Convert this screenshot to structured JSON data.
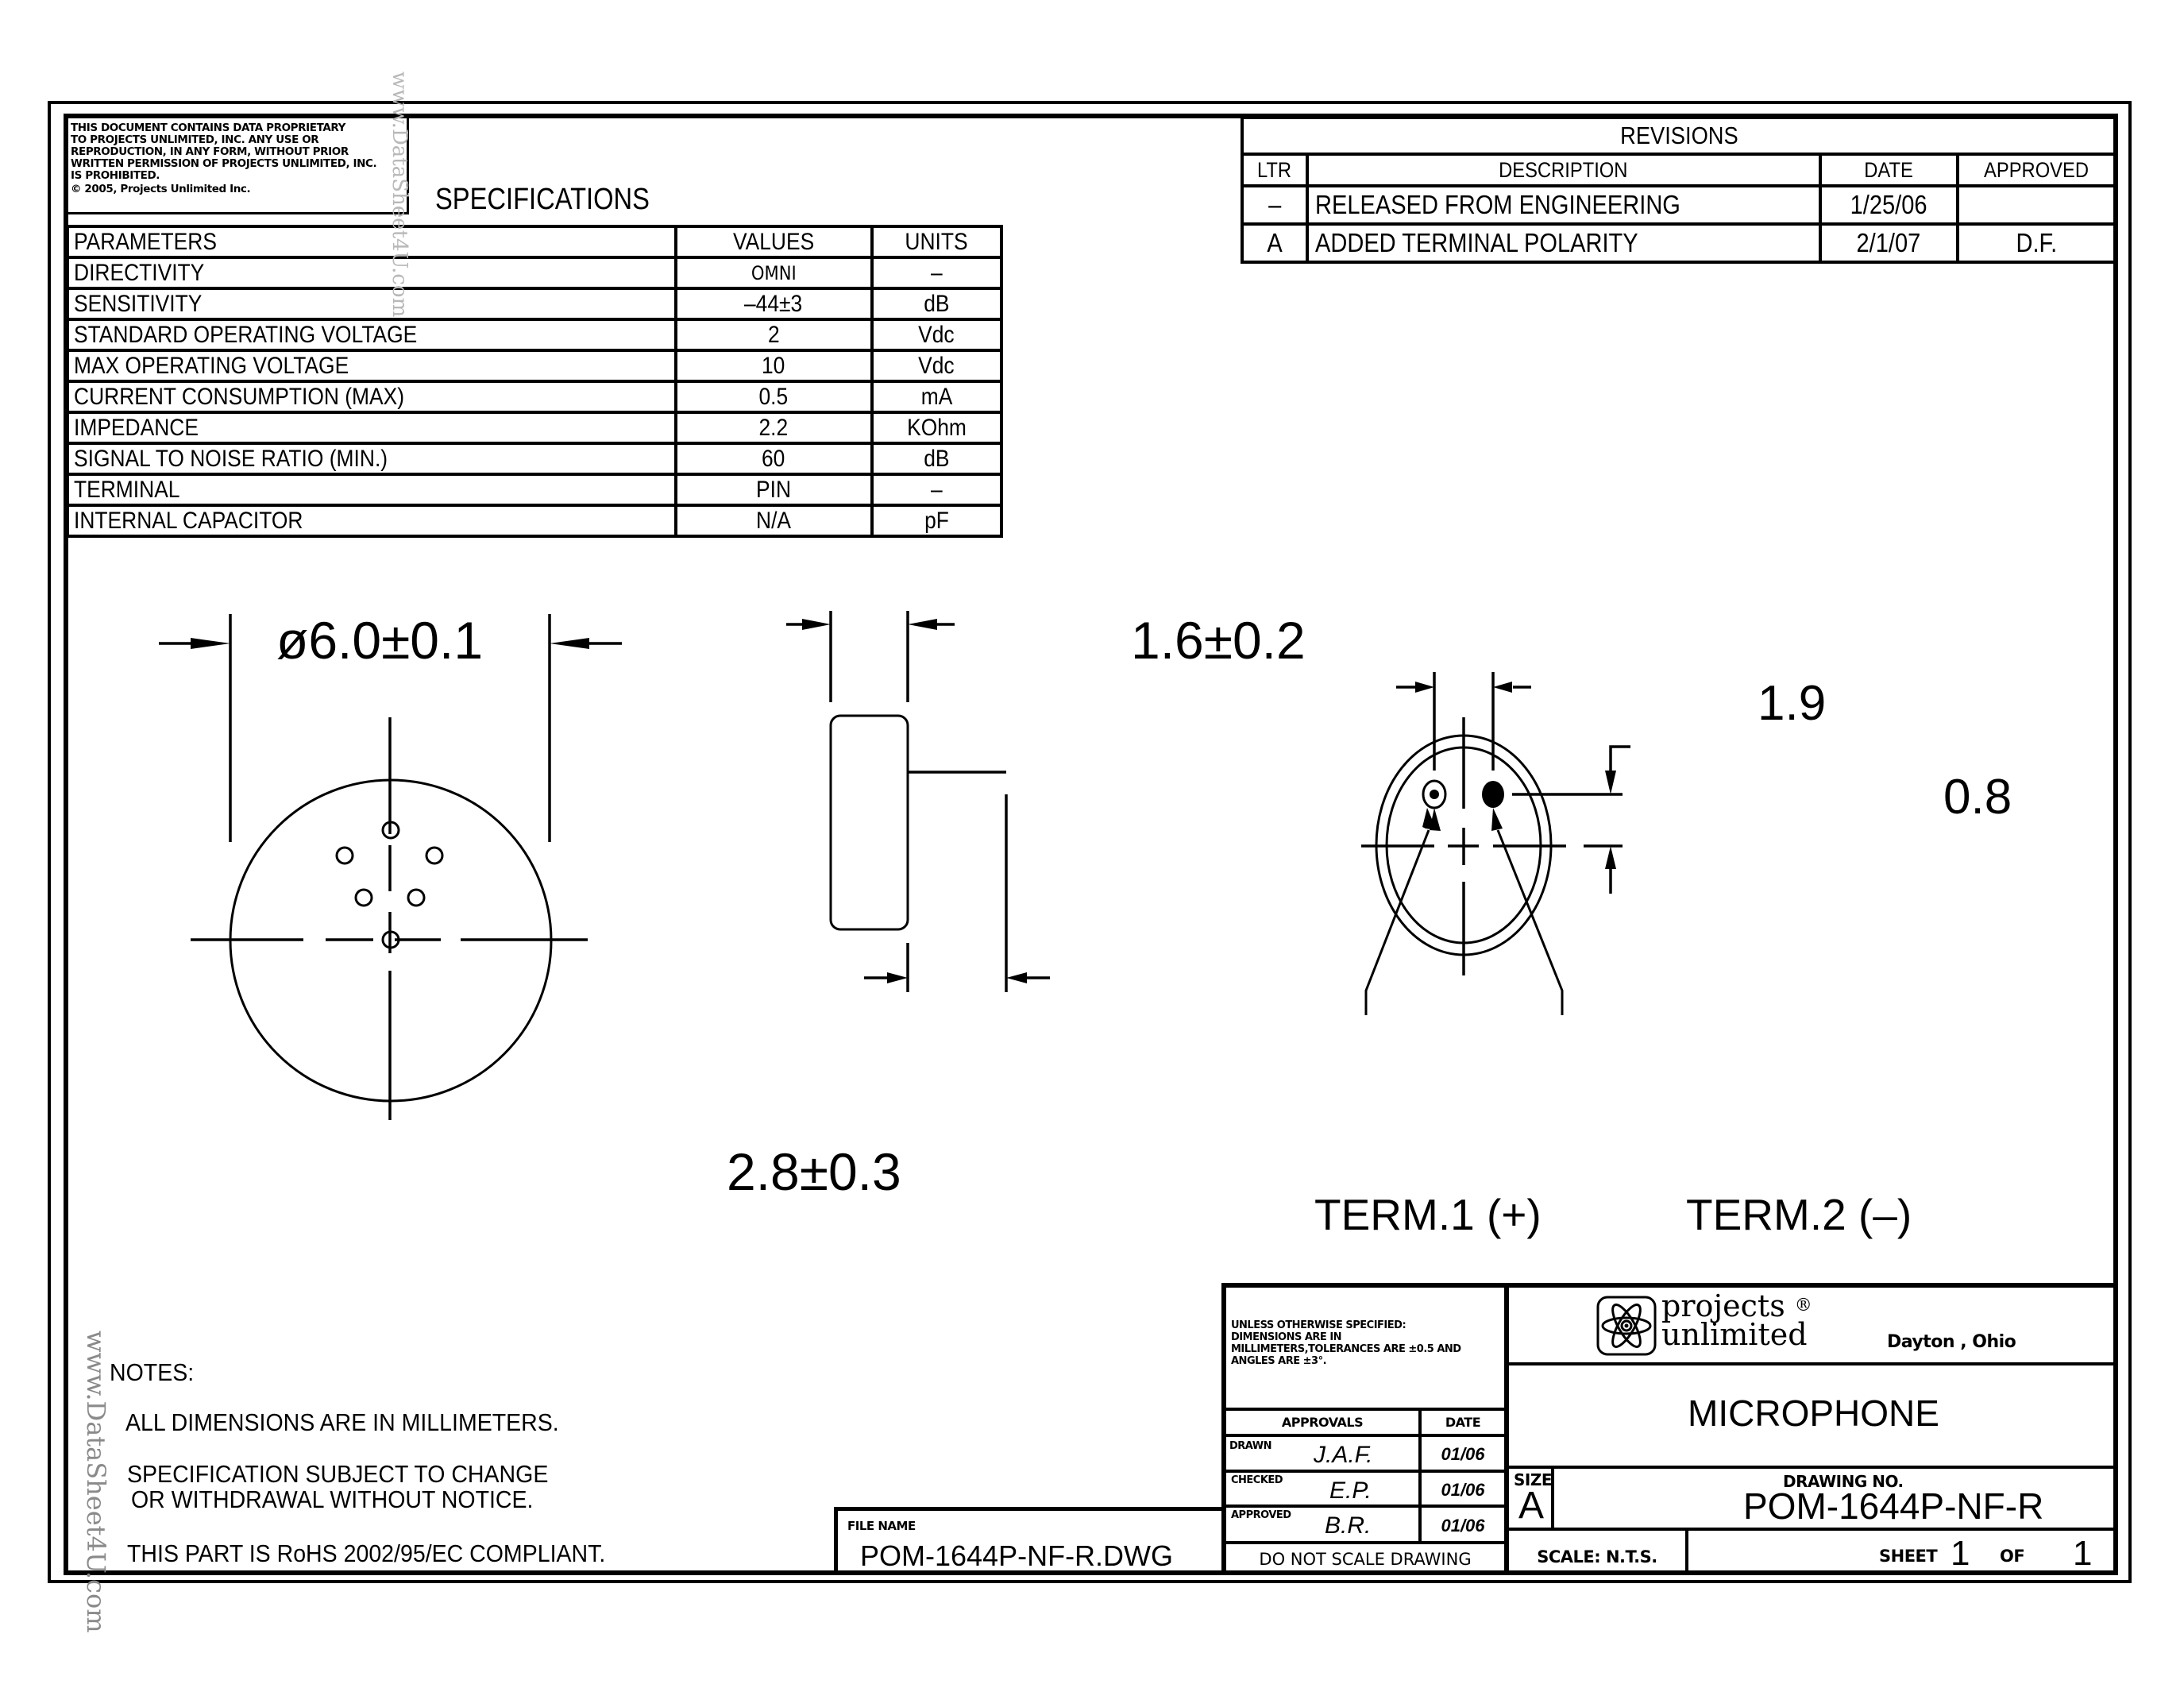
{
  "proprietary_notice": {
    "lines": [
      "THIS DOCUMENT CONTAINS DATA PROPRIETARY",
      "TO PROJECTS UNLIMITED, INC. ANY USE OR",
      "REPRODUCTION, IN ANY FORM, WITHOUT PRIOR",
      "WRITTEN PERMISSION OF PROJECTS UNLIMITED, INC.",
      "IS PROHIBITED.",
      "© 2005, Projects Unlimited Inc."
    ]
  },
  "specifications": {
    "title": "SPECIFICATIONS",
    "headers": [
      "PARAMETERS",
      "VALUES",
      "UNITS"
    ],
    "rows": [
      {
        "parameter": "DIRECTIVITY",
        "value": "OMNI",
        "unit": "–"
      },
      {
        "parameter": "SENSITIVITY",
        "value": "–44±3",
        "unit": "dB"
      },
      {
        "parameter": "STANDARD OPERATING VOLTAGE",
        "value": "2",
        "unit": "Vdc"
      },
      {
        "parameter": "MAX OPERATING VOLTAGE",
        "value": "10",
        "unit": "Vdc"
      },
      {
        "parameter": "CURRENT CONSUMPTION (MAX)",
        "value": "0.5",
        "unit": "mA"
      },
      {
        "parameter": "IMPEDANCE",
        "value": "2.2",
        "unit": "KOhm"
      },
      {
        "parameter": "SIGNAL TO NOISE RATIO (MIN.)",
        "value": "60",
        "unit": "dB"
      },
      {
        "parameter": "TERMINAL",
        "value": "PIN",
        "unit": "–"
      },
      {
        "parameter": "INTERNAL CAPACITOR",
        "value": "N/A",
        "unit": "pF"
      }
    ]
  },
  "revisions": {
    "title": "REVISIONS",
    "headers": [
      "LTR",
      "DESCRIPTION",
      "DATE",
      "APPROVED"
    ],
    "rows": [
      {
        "ltr": "–",
        "description": "RELEASED FROM ENGINEERING",
        "date": "1/25/06",
        "approved": ""
      },
      {
        "ltr": "A",
        "description": "ADDED TERMINAL POLARITY",
        "date": "2/1/07",
        "approved": "D.F."
      }
    ]
  },
  "drawing": {
    "front_view": {
      "diameter_dim": "ø6.0±0.1"
    },
    "side_view": {
      "width_dim": "1.6±0.2",
      "height_dim": "2.8±0.3"
    },
    "rear_view": {
      "pin_spacing_dim": "1.9",
      "pin_offset_dim": "0.8",
      "term1_label": "TERM.1 (+)",
      "term2_label": "TERM.2 (–)"
    }
  },
  "notes": {
    "title": "NOTES:",
    "items": [
      "ALL DIMENSIONS ARE IN MILLIMETERS.",
      "SPECIFICATION SUBJECT TO CHANGE",
      "OR WITHDRAWAL WITHOUT NOTICE.",
      "THIS PART IS RoHS 2002/95/EC COMPLIANT."
    ]
  },
  "file": {
    "label": "FILE NAME",
    "name": "POM-1644P-NF-R.DWG"
  },
  "title_block": {
    "tolerance_note": [
      "UNLESS OTHERWISE SPECIFIED:",
      "DIMENSIONS ARE IN",
      "MILLIMETERS,TOLERANCES ARE ±0.5 AND",
      "ANGLES ARE ±3°."
    ],
    "approvals_header": "APPROVALS",
    "date_header": "DATE",
    "approvals": [
      {
        "role": "DRAWN",
        "initials": "J.A.F.",
        "date": "01/06"
      },
      {
        "role": "CHECKED",
        "initials": "E.P.",
        "date": "01/06"
      },
      {
        "role": "APPROVED",
        "initials": "B.R.",
        "date": "01/06"
      }
    ],
    "do_not_scale": "DO NOT SCALE DRAWING",
    "company_line1": "projects",
    "company_reg": "®",
    "company_line2": "unlimited",
    "location": "Dayton , Ohio",
    "part_title": "MICROPHONE",
    "size_label": "SIZE",
    "size_value": "A",
    "drawing_no_label": "DRAWING NO.",
    "drawing_no": "POM-1644P-NF-R",
    "scale_label": "SCALE: N.T.S.",
    "sheet_label": "SHEET",
    "sheet_num": "1",
    "of_label": "OF",
    "sheet_total": "1"
  },
  "watermark": {
    "text": "www.DataSheet4U.com"
  }
}
